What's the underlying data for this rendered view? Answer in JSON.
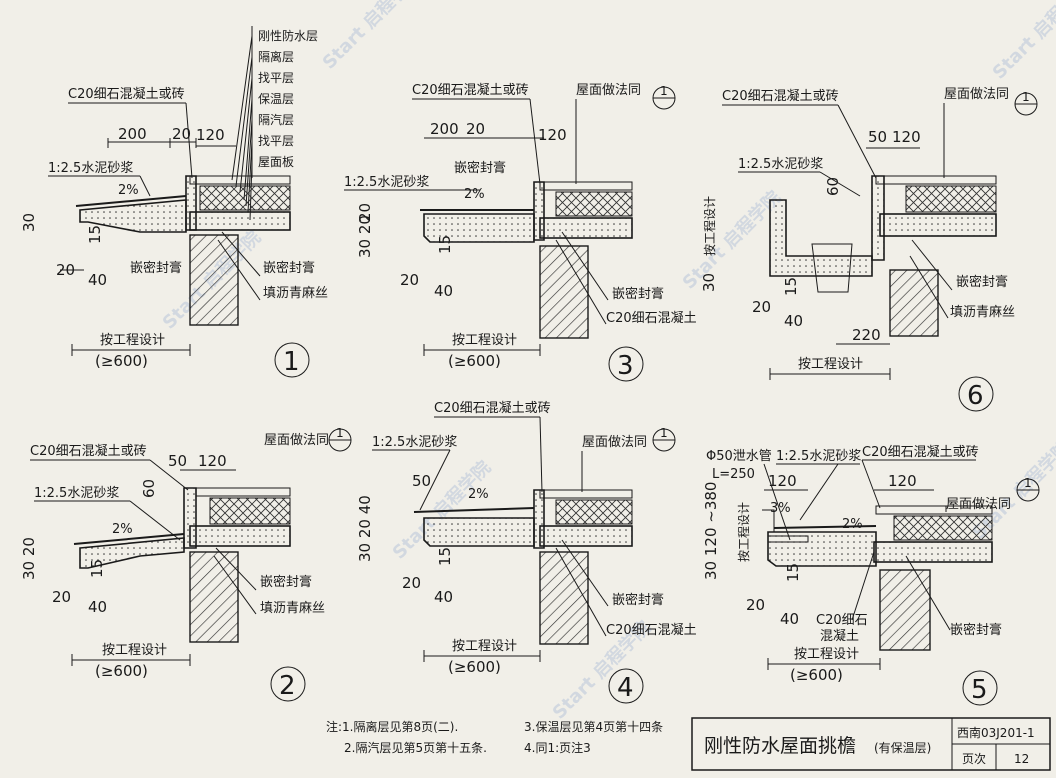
{
  "layers": [
    "刚性防水层",
    "隔离层",
    "找平层",
    "保温层",
    "隔汽层",
    "找平层",
    "屋面板"
  ],
  "labels": {
    "c20_brick": "C20细石混凝土或砖",
    "mortar_1": "1:2.5水泥砂浆",
    "mortar_2": "1:2.5水泥砂浆",
    "sealant": "嵌密封膏",
    "sealant_b": "嵌密封膏",
    "asphalt_hemp": "填沥青麻丝",
    "roof_same": "屋面做法同",
    "c20_concrete": "C20细石混凝土",
    "c20_fine": "C20细石",
    "concrete": "混凝土",
    "by_design": "按工程设计",
    "min_600": "(≥600)",
    "slope": "2%",
    "slope3": "3%",
    "pipe": "Φ50泄水管",
    "pipe_len": "L=250"
  },
  "dims": {
    "d200": "200",
    "d20": "20",
    "d120": "120",
    "d30": "30",
    "d15": "15",
    "d40": "40",
    "d50": "50",
    "d60": "60",
    "d220": "220",
    "d3020": "30 20",
    "d302040": "30 20 40",
    "d380": "30 120 ~380",
    "ref1": "1"
  },
  "details": [
    "1",
    "2",
    "3",
    "4",
    "5",
    "6"
  ],
  "notes": [
    "注:1.隔离层见第8页(二).",
    "2.隔汽层见第5页第十五条.",
    "3.保温层见第4页第十四条",
    "4.同1:页注3"
  ],
  "title_block": {
    "title": "刚性防水屋面挑檐",
    "subtitle": "(有保温层)",
    "atlas_no": "西南03J201-1",
    "page_label": "页次",
    "page_no": "12"
  },
  "watermark": "Start 启程学院"
}
